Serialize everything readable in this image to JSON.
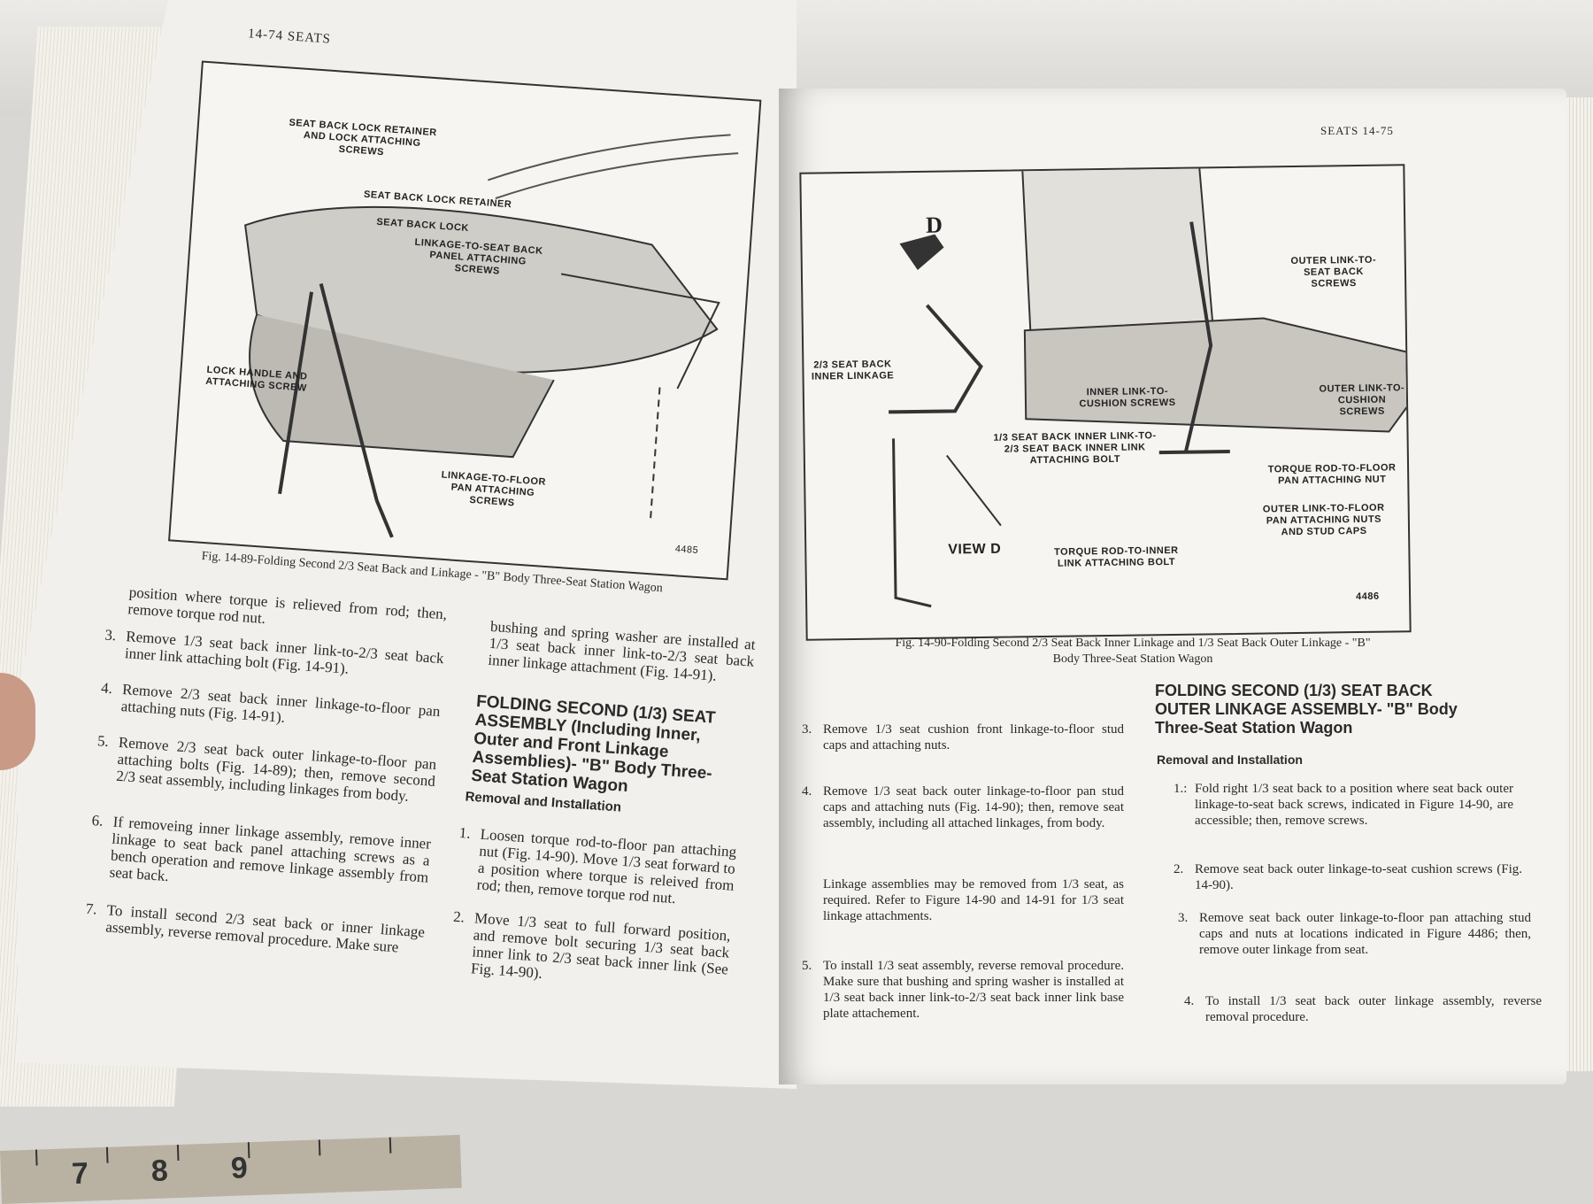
{
  "left_page": {
    "header": "14-74 SEATS",
    "figure": {
      "number": "4485",
      "caption": "Fig. 14-89-Folding Second 2/3 Seat Back and Linkage - \"B\" Body Three-Seat Station Wagon",
      "labels": [
        "SEAT BACK LOCK RETAINER AND LOCK ATTACHING SCREWS",
        "SEAT BACK LOCK RETAINER",
        "SEAT BACK LOCK",
        "LINKAGE-TO-SEAT BACK PANEL ATTACHING SCREWS",
        "LOCK HANDLE AND ATTACHING SCREW",
        "LINKAGE-TO-FLOOR PAN ATTACHING SCREWS"
      ]
    },
    "col1": [
      {
        "num": "",
        "text": "position where torque is relieved from rod; then, remove torque rod nut."
      },
      {
        "num": "3.",
        "text": "Remove 1/3 seat back inner link-to-2/3 seat back inner link attaching bolt (Fig. 14-91)."
      },
      {
        "num": "4.",
        "text": "Remove 2/3 seat back inner linkage-to-floor pan attaching nuts (Fig. 14-91)."
      },
      {
        "num": "5.",
        "text": "Remove 2/3 seat back outer linkage-to-floor pan attaching bolts (Fig. 14-89); then, remove second 2/3 seat assembly, including linkages from body."
      },
      {
        "num": "6.",
        "text": "If removeing inner linkage assembly, remove inner linkage to seat back panel attaching screws as a bench operation and remove linkage assembly from seat back."
      },
      {
        "num": "7.",
        "text": "To install second 2/3 seat back or inner linkage assembly, reverse removal procedure. Make sure"
      }
    ],
    "col2_top": "bushing and spring washer are installed at 1/3 seat back inner link-to-2/3 seat back inner linkage attachment (Fig. 14-91).",
    "heading": "FOLDING SECOND (1/3) SEAT ASSEMBLY (Including Inner, Outer and Front Linkage Assemblies)- \"B\" Body Three-Seat Station Wagon",
    "subheading": "Removal and Installation",
    "col2": [
      {
        "num": "1.",
        "text": "Loosen torque rod-to-floor pan attaching nut (Fig. 14-90). Move 1/3 seat forward to a position where torque is releived from rod; then, remove torque rod nut."
      },
      {
        "num": "2.",
        "text": "Move 1/3 seat to full forward position, and remove bolt securing 1/3 seat back inner link to 2/3 seat back inner link (See Fig. 14-90)."
      }
    ]
  },
  "right_page": {
    "header": "SEATS 14-75",
    "figure": {
      "number": "4486",
      "caption": "Fig. 14-90-Folding Second 2/3 Seat Back Inner Linkage and 1/3 Seat Back Outer Linkage - \"B\" Body Three-Seat Station Wagon",
      "view_letter": "D",
      "view_label": "VIEW D",
      "labels": [
        "OUTER LINK-TO-SEAT BACK SCREWS",
        "2/3 SEAT BACK INNER LINKAGE",
        "INNER LINK-TO-CUSHION SCREWS",
        "OUTER LINK-TO-CUSHION SCREWS",
        "1/3 SEAT BACK INNER LINK-TO-2/3 SEAT BACK INNER LINK ATTACHING BOLT",
        "TORQUE ROD-TO-FLOOR PAN ATTACHING NUT",
        "OUTER LINK-TO-FLOOR PAN ATTACHING NUTS AND STUD CAPS",
        "TORQUE ROD-TO-INNER LINK ATTACHING BOLT"
      ]
    },
    "col1": [
      {
        "num": "3.",
        "text": "Remove 1/3 seat cushion front linkage-to-floor stud caps and attaching nuts."
      },
      {
        "num": "4.",
        "text": "Remove 1/3 seat back outer linkage-to-floor pan stud caps and attaching nuts (Fig. 14-90); then, remove seat assembly, including all attached linkages, from body."
      },
      {
        "num": "",
        "text": "Linkage assemblies may be removed from 1/3 seat, as required. Refer to Figure 14-90 and 14-91 for 1/3 seat linkage attachments."
      },
      {
        "num": "5.",
        "text": "To install 1/3 seat assembly, reverse removal procedure. Make sure that bushing and spring washer is installed at 1/3 seat back inner link-to-2/3 seat back inner link base plate attachement."
      }
    ],
    "heading": "FOLDING SECOND (1/3) SEAT BACK OUTER LINKAGE ASSEMBLY- \"B\" Body Three-Seat Station Wagon",
    "subheading": "Removal and Installation",
    "col2": [
      {
        "num": "1.:",
        "text": "Fold right 1/3 seat back to a position where seat back outer linkage-to-seat back screws, indicated in Figure 14-90, are accessible; then, remove screws."
      },
      {
        "num": "2.",
        "text": "Remove seat back outer linkage-to-seat cushion screws (Fig. 14-90)."
      },
      {
        "num": "3.",
        "text": "Remove seat back outer linkage-to-floor pan attaching stud caps and nuts at locations indicated in Figure 4486; then, remove outer linkage from seat."
      },
      {
        "num": "4.",
        "text": "To install 1/3 seat back outer linkage assembly, reverse removal procedure."
      }
    ]
  },
  "ruler": {
    "marks": [
      "7",
      "8",
      "9"
    ]
  }
}
